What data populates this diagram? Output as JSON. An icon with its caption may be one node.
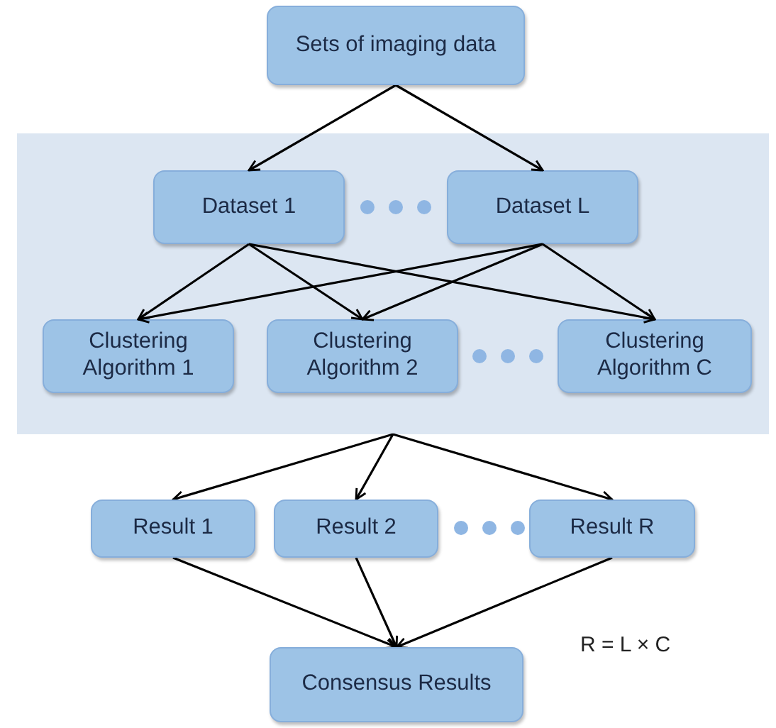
{
  "diagram": {
    "nodes": [
      {
        "text": [
          "Sets of imaging data"
        ]
      },
      {
        "text": [],
        "shape": "box"
      },
      {
        "text": [
          "Dataset 1"
        ],
        "in": 1
      },
      {
        "text": [
          "Dataset L"
        ],
        "in": 1
      },
      {
        "text": [
          "Clustering Algorithm 1"
        ],
        "in": 1
      },
      {
        "text": [
          "Clustering Algorithm 2"
        ],
        "in": 1
      },
      {
        "text": [
          "Clustering Algorithm C"
        ],
        "in": 1
      },
      {
        "text": [
          "Result 1"
        ]
      },
      {
        "text": [
          "Result 2"
        ]
      },
      {
        "text": [
          "Result R"
        ]
      },
      {
        "text": [
          "Consensus Results"
        ]
      }
    ],
    "edges": [
      {
        "from": 0,
        "to": 2,
        "arrow": "to"
      },
      {
        "from": 0,
        "to": 3,
        "arrow": "to"
      },
      {
        "from": 2,
        "to": 4,
        "arrow": "to"
      },
      {
        "from": 2,
        "to": 5,
        "arrow": "to"
      },
      {
        "from": 2,
        "to": 6,
        "arrow": "to"
      },
      {
        "from": 3,
        "to": 4,
        "arrow": "to"
      },
      {
        "from": 3,
        "to": 5,
        "arrow": "to"
      },
      {
        "from": 3,
        "to": 6,
        "arrow": "to"
      },
      {
        "from": 1,
        "to": 7,
        "arrow": "to"
      },
      {
        "from": 1,
        "to": 8,
        "arrow": "to"
      },
      {
        "from": 1,
        "to": 9,
        "arrow": "to"
      },
      {
        "from": 7,
        "to": 10,
        "arrow": "to"
      },
      {
        "from": 8,
        "to": 10,
        "arrow": "to"
      },
      {
        "from": 9,
        "to": 10,
        "arrow": "to"
      }
    ],
    "labels": [
      "R = L × C"
    ]
  }
}
